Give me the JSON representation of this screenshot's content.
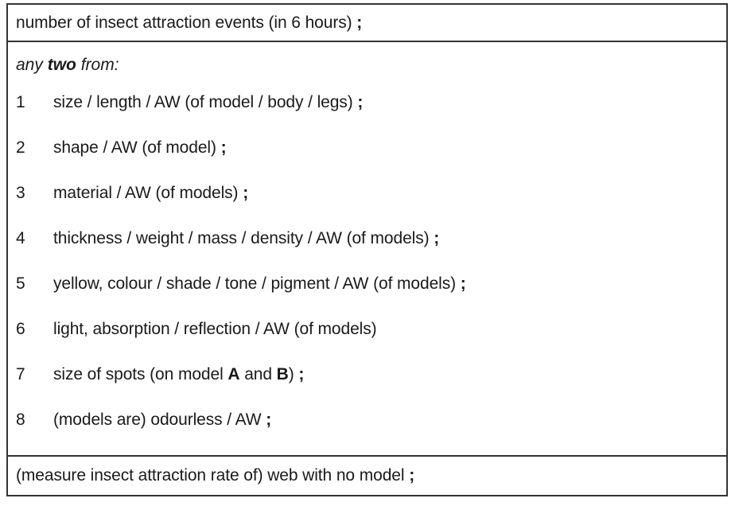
{
  "document": {
    "type": "mark-scheme-answer-table",
    "sections": {
      "top": {
        "statement": "number of insect attraction events (in 6 hours)",
        "terminator": ";"
      },
      "middle": {
        "lead_in_prefix": "any ",
        "lead_in_emphasis": "two",
        "lead_in_suffix": " from:",
        "items": [
          {
            "number": "1",
            "text": "size / length / AW (of model / body / legs)",
            "terminator": ";"
          },
          {
            "number": "2",
            "text": "shape / AW (of model)",
            "terminator": ";"
          },
          {
            "number": "3",
            "text": "material / AW (of models)",
            "terminator": ";"
          },
          {
            "number": "4",
            "text": "thickness / weight / mass / density / AW (of models)",
            "terminator": ";"
          },
          {
            "number": "5",
            "text": "yellow, colour / shade / tone / pigment / AW (of models)",
            "terminator": ";"
          },
          {
            "number": "6",
            "text": "light, absorption / reflection / AW (of models)",
            "terminator": ""
          },
          {
            "number": "7",
            "text_before_bold_a": "size of spots (on model ",
            "bold_a": "A",
            "text_between": " and ",
            "bold_b": "B",
            "text_after": ")",
            "terminator": ";"
          },
          {
            "number": "8",
            "text": "(models are) odourless / AW",
            "terminator": ";"
          }
        ]
      },
      "bottom": {
        "statement": "(measure insect attraction rate of) web with no model",
        "terminator": ";"
      }
    },
    "colors": {
      "border": "#333333",
      "text": "#1a1a1a",
      "background": "#ffffff"
    }
  }
}
